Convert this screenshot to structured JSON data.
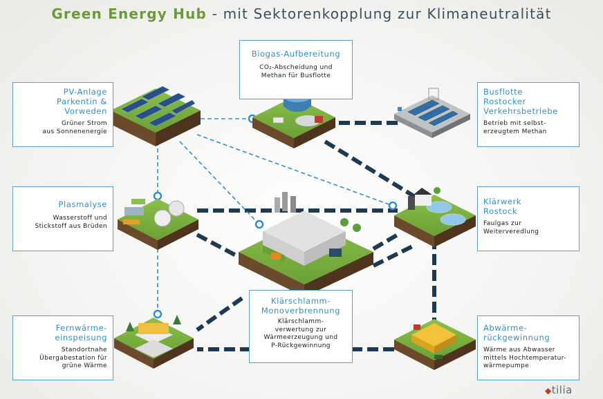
{
  "title": {
    "strong": "Green Energy Hub",
    "rest": " - mit Sektorenkopplung zur Klimaneutralität"
  },
  "boxes": {
    "pv": {
      "title": "PV-Anlage\nParkentin &\nVorweden",
      "desc": "Grüner Strom\naus Sonnenenergie"
    },
    "biogas": {
      "title": "Biogas-Aufbereitung",
      "desc": "CO₂-Abscheidung und\nMethan für Busflotte"
    },
    "bus": {
      "title": "Busflotte\nRostocker\nVerkehrsbetriebe",
      "desc": "Betrieb mit selbst-\nerzeugtem Methan"
    },
    "plasma": {
      "title": "Plasmalyse",
      "desc": "Wasserstoff und\nStickstoff aus Brüden"
    },
    "klaerwerk": {
      "title": "Klärwerk\nRostock",
      "desc": "Faulgas zur\nWeiterveredlung"
    },
    "mono": {
      "title": "Klärschlamm-\nMonoverbrennung",
      "desc": "Klärschlamm-\nverwertung zur\nWärmeerzeugung und\nP-Rückgewinnung"
    },
    "fern": {
      "title": "Fernwärme-\neinspeisung",
      "desc": "Standortnahe\nÜbergabestation für\ngrüne Wärme"
    },
    "abwaerme": {
      "title": "Abwärme-\nrückgewinnung",
      "desc": "Wärme aus Abwasser\nmittels Hochtemperatur-\nwärmepumpe"
    }
  },
  "logo": {
    "text": "tilia"
  },
  "colors": {
    "accent_blue": "#2f8fd0",
    "box_border": "#5a9fd4",
    "title_green": "#6a9a3a",
    "pipe_dark": "#1e3a52"
  },
  "icons": [
    "solar-panel-icon",
    "biogas-plant-icon",
    "bus-depot-icon",
    "plasmalysis-plant-icon",
    "treatment-plant-icon",
    "incineration-plant-icon",
    "district-heating-icon",
    "heat-pump-icon",
    "tilia-logo-icon"
  ]
}
